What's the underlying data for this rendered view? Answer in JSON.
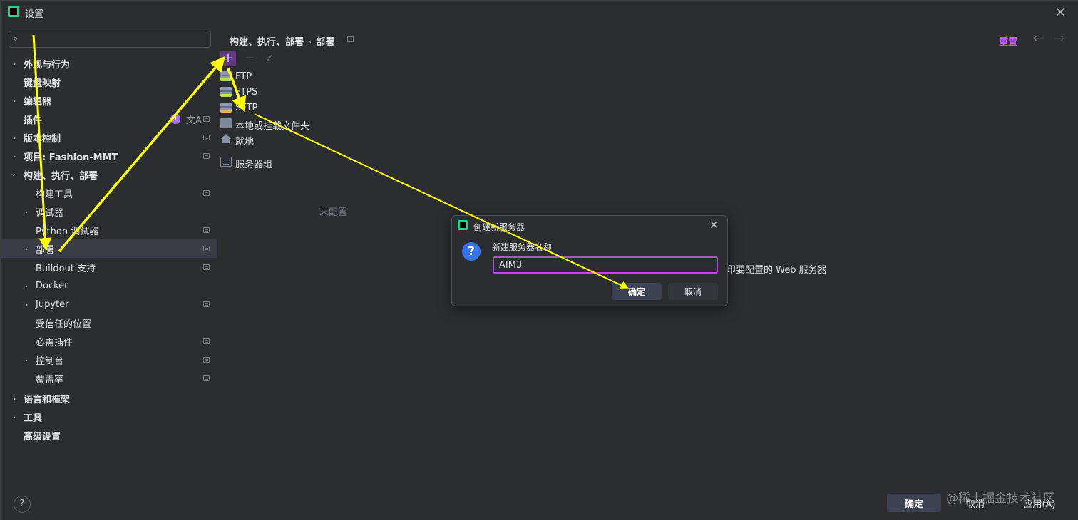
{
  "window": {
    "title": "设置"
  },
  "search": {
    "placeholder": ""
  },
  "sidebar": {
    "items": [
      {
        "label": "外观与行为"
      },
      {
        "label": "键盘映射"
      },
      {
        "label": "编辑器"
      },
      {
        "label": "插件"
      },
      {
        "label": "版本控制"
      },
      {
        "label": "项目: Fashion-MMT"
      },
      {
        "label": "构建、执行、部署"
      },
      {
        "label": "构建工具"
      },
      {
        "label": "调试器"
      },
      {
        "label": "Python 调试器"
      },
      {
        "label": "部署"
      },
      {
        "label": "Buildout 支持"
      },
      {
        "label": "Docker"
      },
      {
        "label": "Jupyter"
      },
      {
        "label": "受信任的位置"
      },
      {
        "label": "必需插件"
      },
      {
        "label": "控制台"
      },
      {
        "label": "覆盖率"
      },
      {
        "label": "语言和框架"
      },
      {
        "label": "工具"
      },
      {
        "label": "高级设置"
      }
    ],
    "plugin_badge": "i",
    "help": "?"
  },
  "main": {
    "breadcrumb": {
      "parent": "构建、执行、部署",
      "separator": "›",
      "current": "部署"
    },
    "reset_label": "重置",
    "nav_back": "←",
    "nav_forward": "→",
    "toolbar": {
      "add": "+",
      "remove": "−",
      "apply": "✓"
    },
    "server_types": [
      {
        "label": "FTP"
      },
      {
        "label": "FTPS"
      },
      {
        "label": "SFTP"
      },
      {
        "label": "本地或挂载文件夹"
      },
      {
        "label": "就地"
      },
      {
        "label": "服务器组"
      }
    ],
    "not_configured": "未配置",
    "background_hint": "印要配置的 Web 服务器"
  },
  "dialog": {
    "title": "创建新服务器",
    "prompt": "新建服务器名称",
    "input_value": "AIM3",
    "ok_label": "确定",
    "cancel_label": "取消"
  },
  "footer": {
    "ok_label": "确定",
    "cancel_label": "取消",
    "apply_label": "应用(A)"
  },
  "watermark": "@稀土掘金技术社区",
  "colors": {
    "background": "#2b2d30",
    "accent": "#b75ff2",
    "annotation_arrow": "#ffff00",
    "selection": "#3a3d45"
  }
}
